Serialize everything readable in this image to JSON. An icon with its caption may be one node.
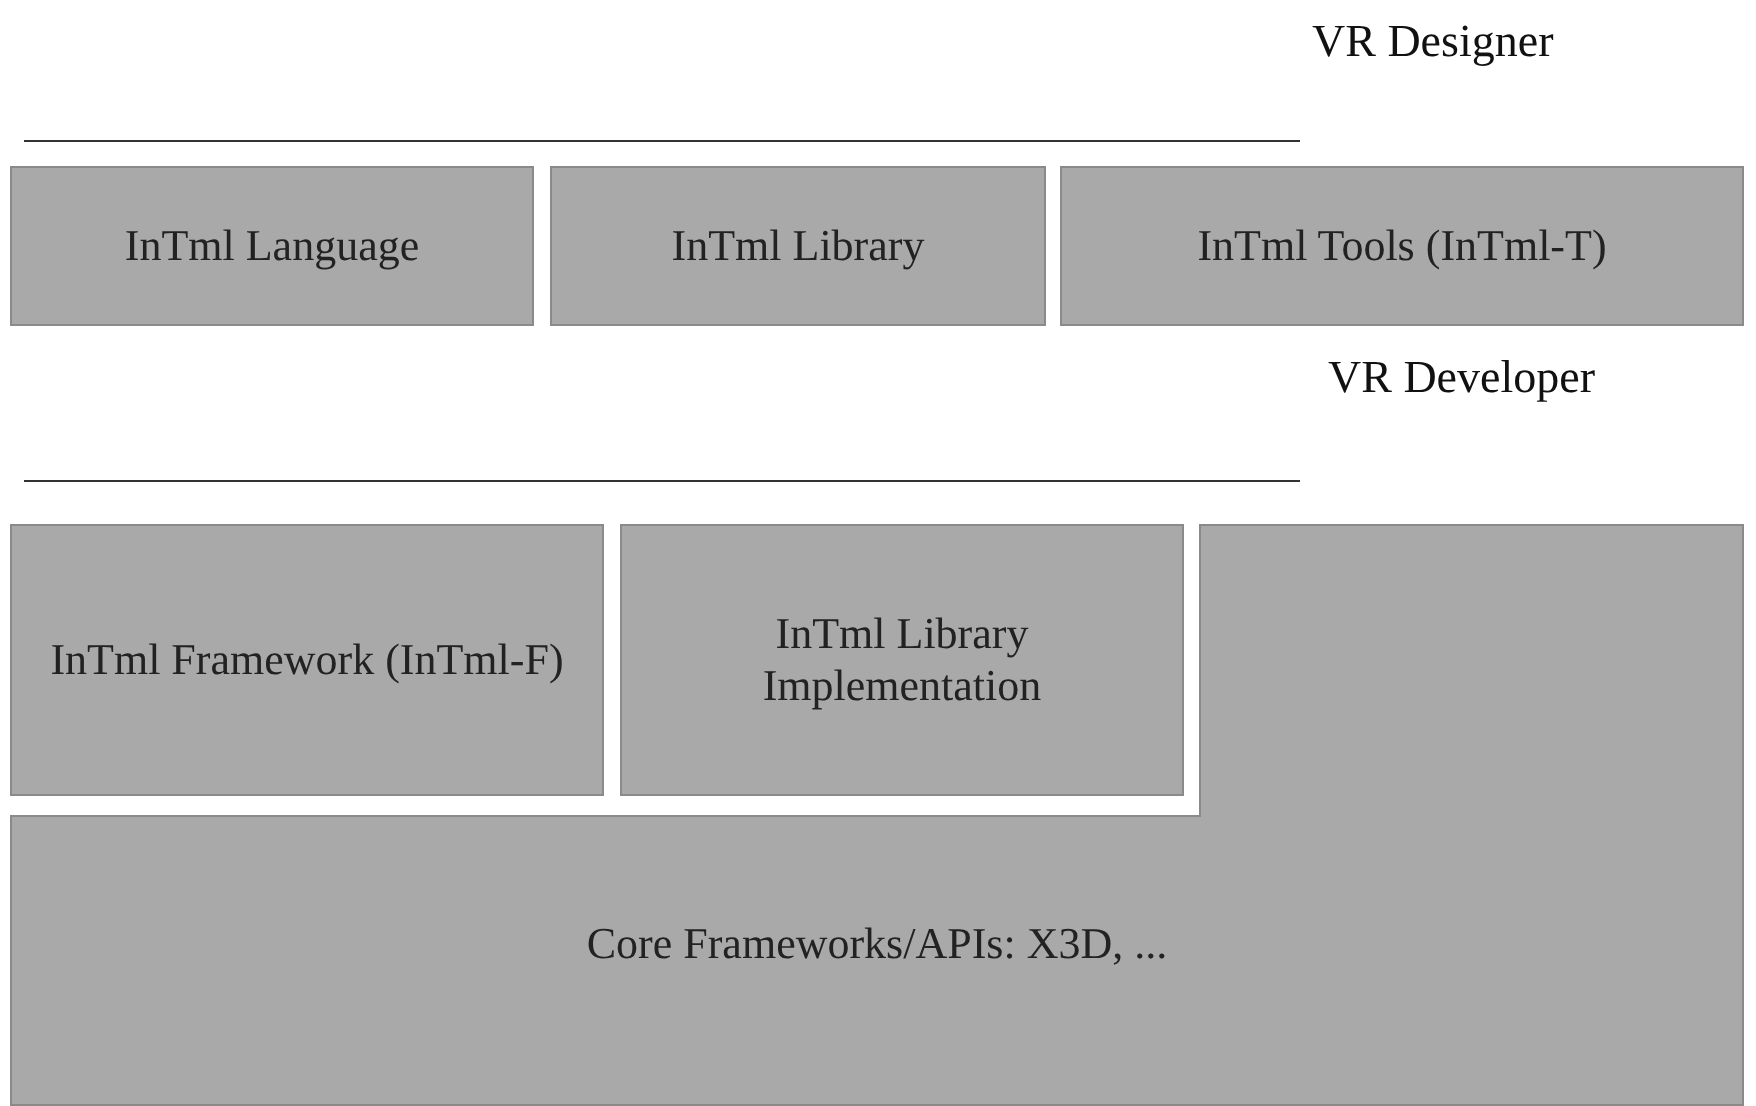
{
  "diagram": {
    "nodes": [
      {
        "text": [
          "InTml Language"
        ]
      },
      {
        "text": [
          "InTml Library"
        ]
      },
      {
        "text": [
          "InTml Tools (InTml-T)"
        ]
      },
      {
        "text": [
          "InTml Framework (InTml-F)"
        ]
      },
      {
        "text": [
          "InTml Library Implementation"
        ]
      },
      {
        "text": [
          "Core Frameworks/APIs: X3D, ..."
        ]
      }
    ],
    "labels": [
      "VR Designer",
      "VR Developer"
    ]
  }
}
